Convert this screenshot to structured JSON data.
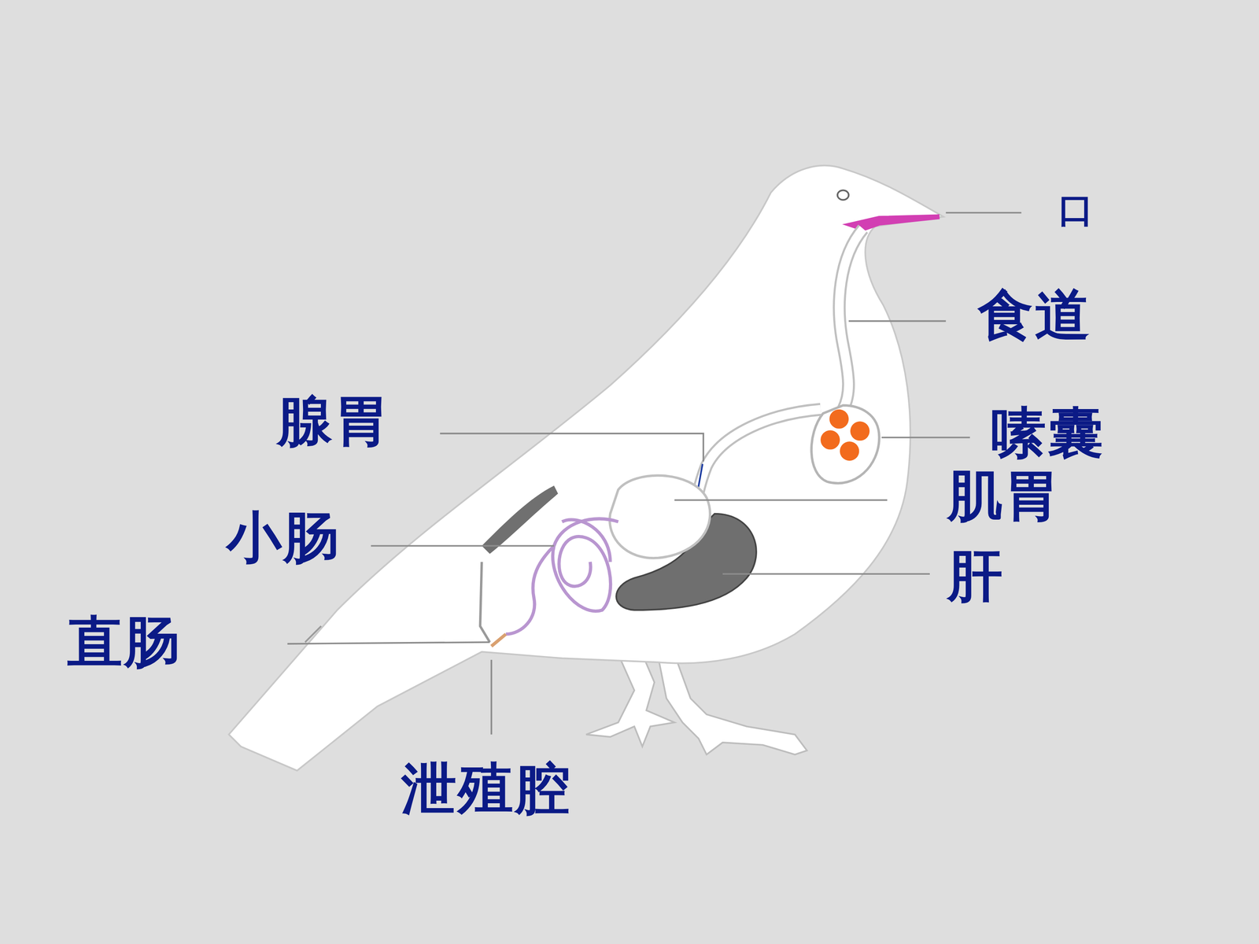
{
  "diagram": {
    "labels": [
      "口",
      "食道",
      "腺胃",
      "嗉囊",
      "肌胃",
      "小肠",
      "肝",
      "直肠",
      "泄殖腔"
    ]
  }
}
